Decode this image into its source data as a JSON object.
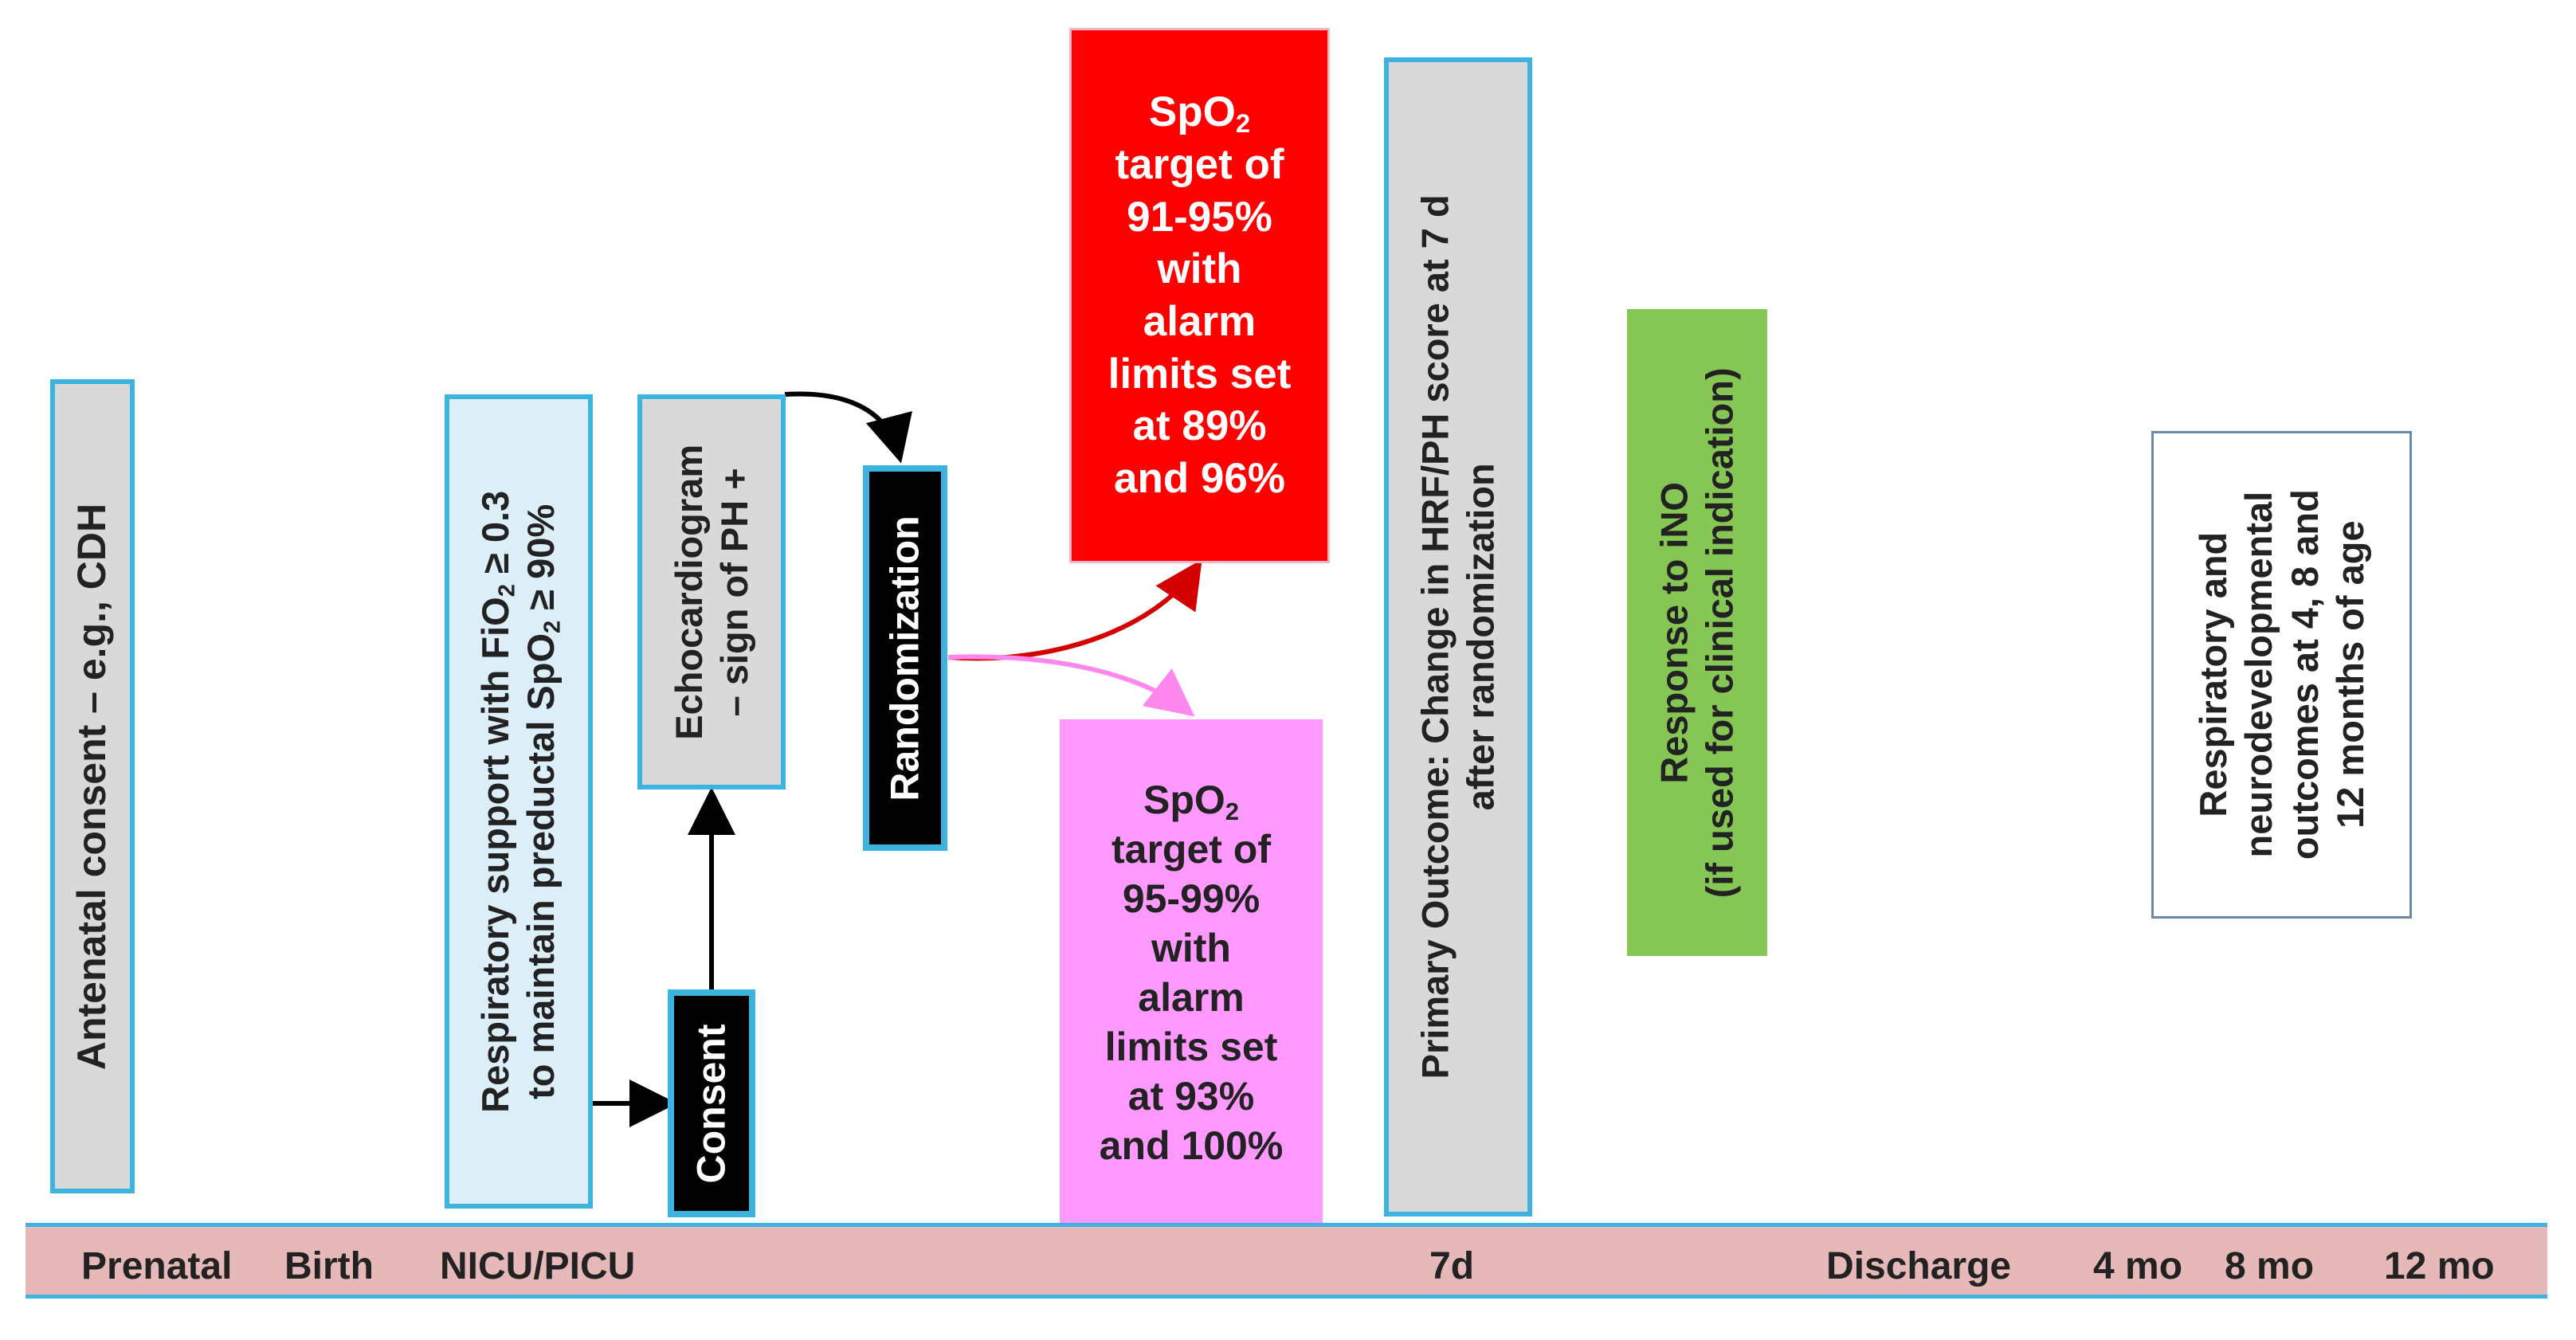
{
  "boxes": {
    "antenatal": "Antenatal consent – e.g., CDH",
    "respiratory": {
      "line1_pre": "Respiratory support with FiO",
      "line1_sub": "2",
      "line1_post": " ≥ 0.3",
      "line2_pre": "to maintain preductal SpO",
      "line2_sub": "2",
      "line2_post": " ≥ 90%"
    },
    "consent": "Consent",
    "echo": {
      "line1": "Echocardiogram",
      "line2": "– sign of PH +"
    },
    "randomization": "Randomization",
    "red_target": {
      "title_pre": "SpO",
      "title_sub": "2",
      "lines": [
        "target of",
        "91-95%",
        "with",
        "alarm",
        "limits set",
        "at 89%",
        "and 96%"
      ]
    },
    "pink_target": {
      "title_pre": "SpO",
      "title_sub": "2",
      "lines": [
        "target of",
        "95-99%",
        "with",
        "alarm",
        "limits set",
        "at 93%",
        "and 100%"
      ]
    },
    "primary_outcome": {
      "line1": "Primary Outcome: Change in HRF/PH score at 7 d",
      "line2": "after randomization"
    },
    "response_ino": {
      "line1": "Response to iNO",
      "line2": "(if used for clinical indication)"
    },
    "followup": {
      "lines": [
        "Respiratory and",
        "neurodevelopmental",
        "outcomes at 4, 8 and",
        "12 months of age"
      ]
    }
  },
  "timeline": {
    "labels": [
      "Prenatal",
      "Birth",
      "NICU/PICU",
      "7d",
      "Discharge",
      "4 mo",
      "8 mo",
      "12 mo"
    ]
  },
  "colors": {
    "box_border": "#3db3e0",
    "gray_fill": "#d9d9d9",
    "light_blue_fill": "#dceef8",
    "red_fill": "#ff0000",
    "pink_fill": "#ff99ff",
    "green_fill": "#86c655",
    "timeline_fill": "#e6b9b8",
    "red_arrow": "#d40000",
    "pink_arrow": "#ff88ee"
  }
}
